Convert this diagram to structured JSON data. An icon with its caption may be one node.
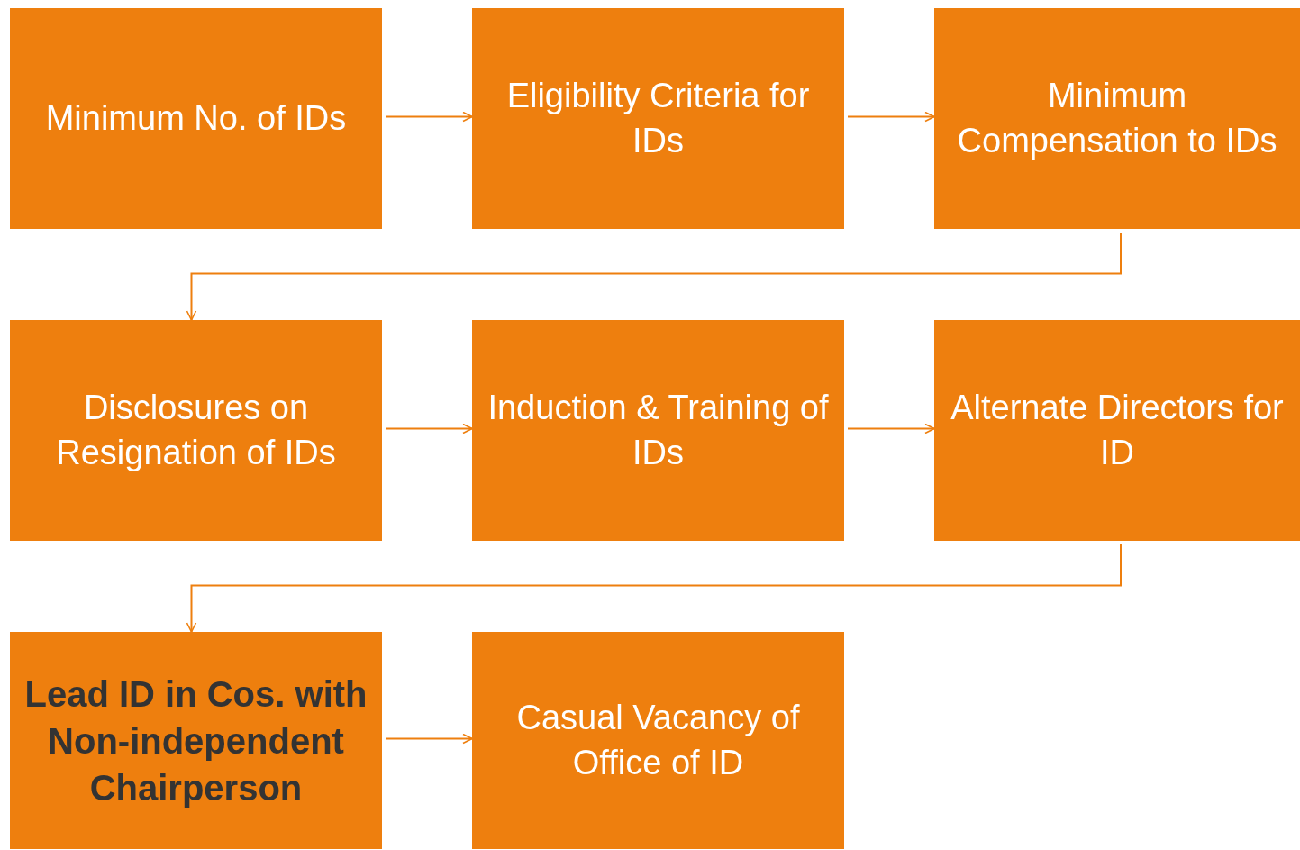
{
  "diagram": {
    "nodes": [
      {
        "text": [
          "Minimum No. of IDs"
        ]
      },
      {
        "text": [
          "Eligibility Criteria for IDs"
        ]
      },
      {
        "text": [
          "Minimum Compensation to IDs"
        ]
      },
      {
        "text": [
          "Disclosures on Resignation of IDs"
        ]
      },
      {
        "text": [
          "Induction & Training of IDs"
        ]
      },
      {
        "text": [
          "Alternate Directors for ID"
        ]
      },
      {
        "text": [
          "Lead ID in Cos. with Non-independent Chairperson"
        ]
      },
      {
        "text": [
          "Casual Vacancy of Office of ID"
        ]
      }
    ],
    "edges": [
      {
        "from": 0,
        "to": 1,
        "arrow": "to"
      },
      {
        "from": 1,
        "to": 2,
        "arrow": "to"
      },
      {
        "from": 2,
        "to": 3,
        "arrow": "to"
      },
      {
        "from": 3,
        "to": 4,
        "arrow": "to"
      },
      {
        "from": 4,
        "to": 5,
        "arrow": "to"
      },
      {
        "from": 5,
        "to": 6,
        "arrow": "to"
      },
      {
        "from": 6,
        "to": 7,
        "arrow": "to"
      }
    ]
  }
}
